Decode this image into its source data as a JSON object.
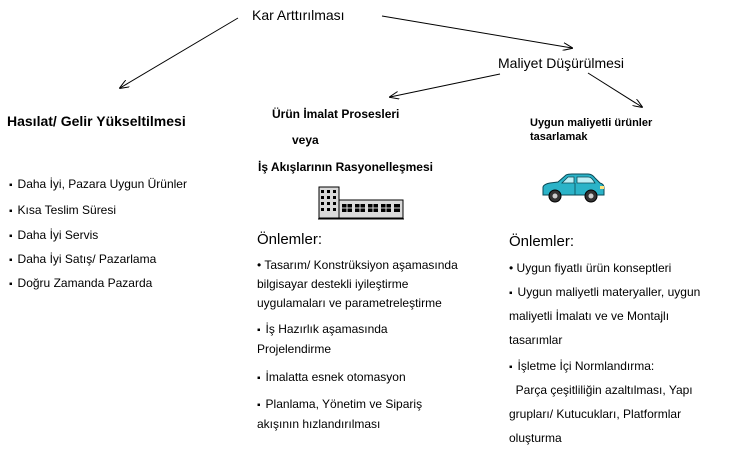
{
  "top_node": "Kar Arttırılması",
  "mid_node": "Maliyet Düşürülmesi",
  "left": {
    "title": "Hasılat/ Gelir Yükseltilmesi",
    "items": [
      "Daha İyi, Pazara Uygun Ürünler",
      "Kısa Teslim Süresi",
      "Daha İyi Servis",
      "Daha İyi Satış/ Pazarlama",
      "Doğru Zamanda Pazarda"
    ]
  },
  "center": {
    "title_line1": "Ürün İmalat Prosesleri",
    "title_line2": "veya",
    "title_line3": "İş Akışlarının Rasyonelleşmesi",
    "measures_label": "Önlemler:",
    "items": [
      {
        "lines": [
          "• Tasarım/ Konstrüksiyon aşamasında",
          "bilgisayar destekli  iyileştirme",
          "uygulamaları ve parametreleştirme"
        ]
      },
      {
        "lines": [
          "İş Hazırlık aşamasında",
          "Projelendirme"
        ]
      },
      {
        "lines": [
          "İmalatta esnek otomasyon"
        ]
      },
      {
        "lines": [
          "Planlama, Yönetim ve Sipariş",
          "akışının hızlandırılması"
        ]
      }
    ]
  },
  "right": {
    "title_line1": "Uygun maliyetli ürünler",
    "title_line2": "tasarlamak",
    "measures_label": "Önlemler:",
    "items": [
      {
        "lines": [
          "• Uygun fiyatlı ürün konseptleri"
        ]
      },
      {
        "lines": [
          "Uygun maliyetli materyaller, uygun",
          "maliyetli İmalatı ve ve Montajlı",
          "tasarımlar"
        ]
      },
      {
        "lines": [
          "İşletme İçi Normlandırma:",
          "  Parça çeşitliliğin azaltılması, Yapı",
          "grupları/ Kutucukları, Platformlar",
          "oluşturma"
        ]
      }
    ]
  }
}
